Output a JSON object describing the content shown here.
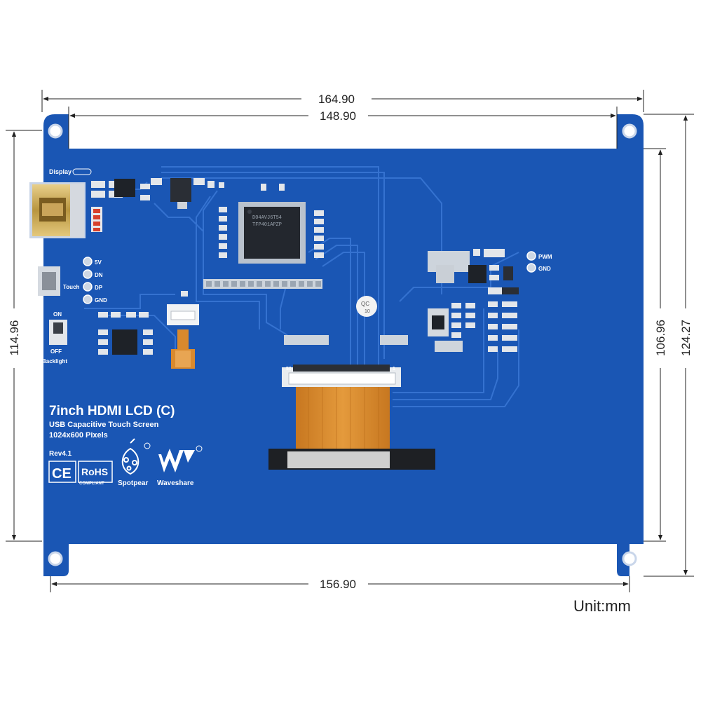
{
  "dimensions": {
    "overall_width": "164.90",
    "inner_width": "148.90",
    "hole_spacing_width": "156.90",
    "left_height": "114.96",
    "inner_height": "106.96",
    "overall_height": "124.27",
    "unit": "Unit:mm"
  },
  "board": {
    "title": "7inch HDMI LCD (C)",
    "subtitle": "USB Capacitive Touch Screen",
    "resolution": "1024x600 Pixels",
    "revision": "Rev4.1",
    "display_label": "Display",
    "touch_label": "Touch",
    "pins": [
      "5V",
      "DN",
      "DP",
      "GND"
    ],
    "switch_on": "ON",
    "switch_off": "OFF",
    "backlight_label": "Backlight",
    "pwm_label": "PWM",
    "gnd_label": "GND",
    "chip_line1": "D04AVJ6T54",
    "chip_line2": "TFP401APZP",
    "qc_label": "QC",
    "qc_num": "10",
    "connector_pin_left": "50",
    "connector_pin_right": "1",
    "ce_mark": "CE",
    "rohs_mark": "RoHS",
    "rohs_compliant": "COMPLIANT",
    "brand_spotpear": "Spotpear",
    "brand_waveshare": "Waveshare"
  },
  "colors": {
    "pcb": "#1a56b4",
    "pcb_trace": "#2f6fcf",
    "silkscreen": "#ffffff",
    "fpc": "#d9892d"
  }
}
